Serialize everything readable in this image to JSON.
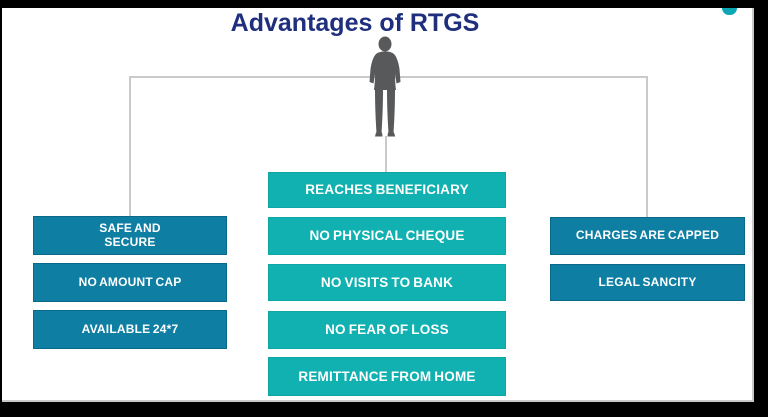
{
  "slide": {
    "title": "Advantages of RTGS",
    "groups": {
      "left": [
        "SAFE AND\nSECURE",
        "NO AMOUNT CAP",
        "AVAILABLE 24*7"
      ],
      "center": [
        "REACHES BENEFICIARY",
        "NO PHYSICAL CHEQUE",
        "NO VISITS TO BANK",
        "NO FEAR OF LOSS",
        "REMITTANCE FROM HOME"
      ],
      "right": [
        "CHARGES ARE CAPPED",
        "LEGAL SANCITY"
      ]
    },
    "icons": {
      "figure": "businessman-silhouette",
      "corner_accent": "teal-semicircle"
    },
    "colors": {
      "side_box": "#0E7EA3",
      "center_box": "#10B1B0",
      "title_text": "#1F2F7D",
      "silhouette": "#58595B",
      "connector_line": "#C9CACB",
      "corner_accent": "#0BA7B5",
      "frame": "#000000",
      "slide_background": "#FFFFFF"
    }
  }
}
